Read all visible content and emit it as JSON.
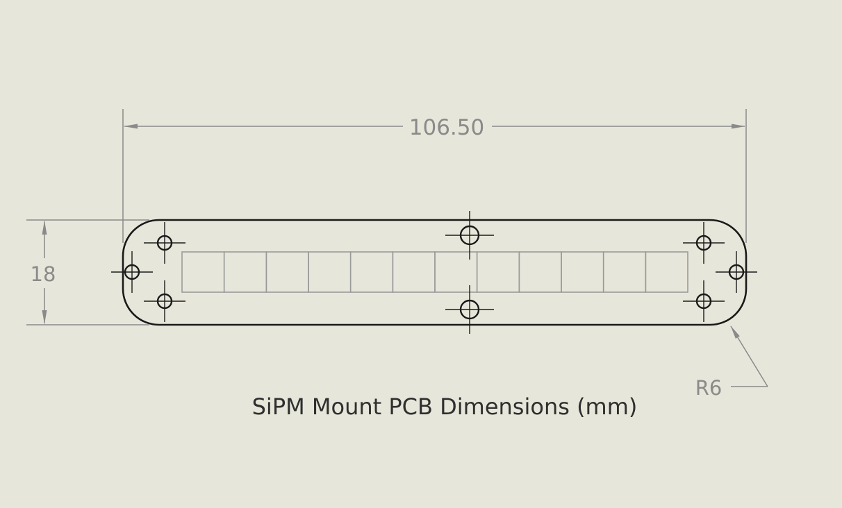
{
  "drawing": {
    "caption": "SiPM Mount PCB Dimensions (mm)",
    "width_dimension": "106.50",
    "height_dimension": "18",
    "corner_radius_callout": "R6",
    "sensor_pad_count": 12,
    "mounting_hole_count": 8,
    "colors": {
      "background": "#e7e6da",
      "outline": "#1a1a1a",
      "dimension": "#8a8a8a",
      "pad": "#9a9a9a",
      "caption": "#2f2f2f"
    }
  }
}
